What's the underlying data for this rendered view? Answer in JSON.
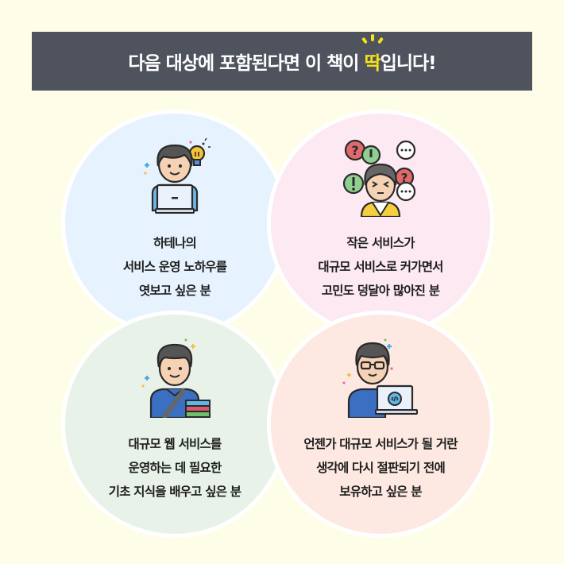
{
  "banner": {
    "title_before": "다음 대상에 포함된다면 이 책이 ",
    "title_highlight": "딱",
    "title_after": "입니다!",
    "background_color": "#4e535e",
    "highlight_color": "#f7e21a"
  },
  "audiences": [
    {
      "icon": "developer-lightbulb-icon",
      "color": "#e6f2fd",
      "lines": [
        "하테나의",
        "서비스 운영 노하우를",
        "엿보고 싶은 분"
      ]
    },
    {
      "icon": "confused-person-speech-bubbles-icon",
      "color": "#fce9f2",
      "lines": [
        "작은 서비스가",
        "대규모 서비스로 커가면서",
        "고민도 덩달아 많아진 분"
      ]
    },
    {
      "icon": "student-with-books-icon",
      "color": "#e8f2e8",
      "lines": [
        "대규모 웹 서비스를",
        "운영하는 데 필요한",
        "기초 지식을 배우고 싶은 분"
      ]
    },
    {
      "icon": "programmer-laptop-code-icon",
      "color": "#fde9e1",
      "lines": [
        "언젠가 대규모 서비스가 될 거란",
        "생각에 다시 절판되기 전에",
        "보유하고 싶은 분"
      ]
    }
  ]
}
